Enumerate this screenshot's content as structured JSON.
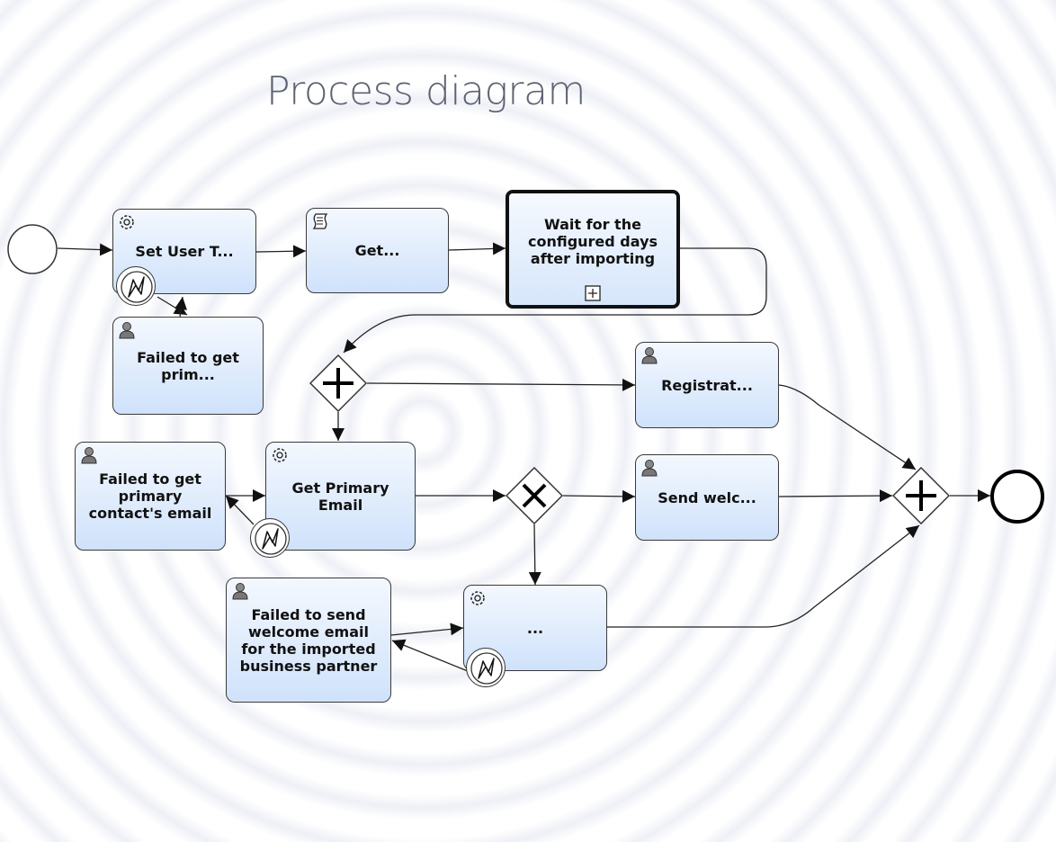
{
  "page": {
    "title": "Process diagram"
  },
  "tasks": {
    "set_user": "Set User T...",
    "get": "Get...",
    "wait": "Wait for the\nconfigured days\nafter importing",
    "failed_prim": "Failed to get\nprim...",
    "registration": "Registrat...",
    "failed_primary_contact": "Failed to get\nprimary\ncontact's email",
    "get_primary_email": "Get Primary\nEmail",
    "send_welcome": "Send welc...",
    "failed_welcome": "Failed to send\nwelcome email\nfor the imported\nbusiness partner",
    "ellipsis": "..."
  },
  "icons": {
    "service": "gear-icon",
    "script": "script-icon",
    "user": "user-icon",
    "error": "error-icon",
    "expand": "plus-square-icon"
  }
}
